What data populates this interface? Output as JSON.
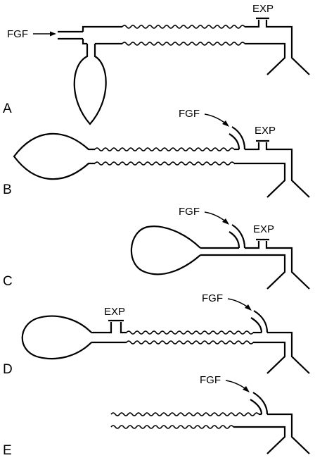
{
  "labels": {
    "fgf": "FGF",
    "exp": "EXP"
  },
  "panels": [
    {
      "letter": "A"
    },
    {
      "letter": "B"
    },
    {
      "letter": "C"
    },
    {
      "letter": "D"
    },
    {
      "letter": "E"
    }
  ]
}
